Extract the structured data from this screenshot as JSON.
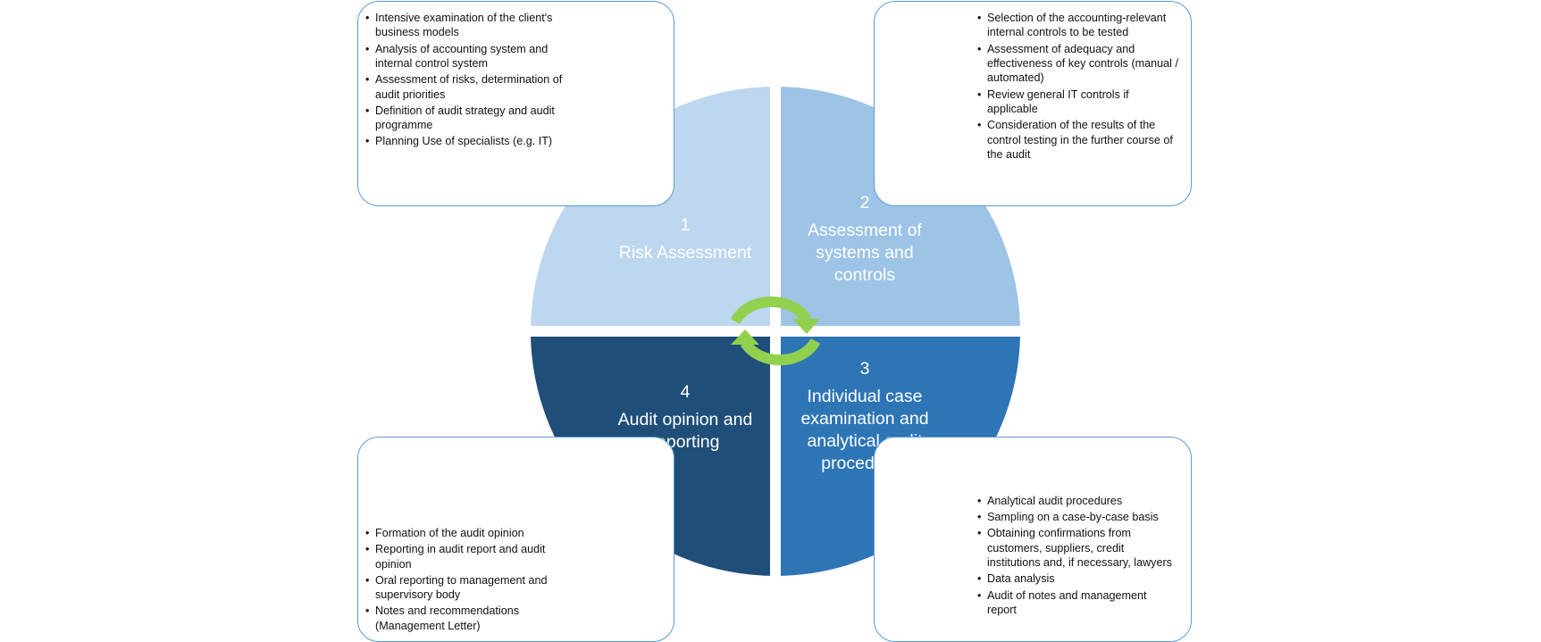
{
  "quadrants": [
    {
      "number": "1",
      "title": "Risk Assessment",
      "color": "#bdd7ee",
      "bullets": [
        "Intensive examination of the client's business models",
        "Analysis of accounting system and internal control system",
        "Assessment of risks, determination of audit priorities",
        "Definition of audit strategy and audit programme",
        "Planning Use of specialists (e.g. IT)"
      ]
    },
    {
      "number": "2",
      "title": "Assessment of systems and controls",
      "color": "#9dc3e6",
      "bullets": [
        "Selection of the accounting-relevant internal controls to be tested",
        "Assessment of adequacy and effectiveness of key controls (manual / automated)",
        "Review general IT controls if applicable",
        "Consideration of the results of the control testing in the further course of the audit"
      ]
    },
    {
      "number": "3",
      "title": "Individual case examination and analytical audit procedures",
      "color": "#2e75b6",
      "bullets": [
        "Analytical audit procedures",
        "Sampling on a case-by-case basis",
        "Obtaining confirmations from customers, suppliers, credit institutions and, if necessary, lawyers",
        "Data analysis",
        "Audit of notes and management report"
      ]
    },
    {
      "number": "4",
      "title": "Audit opinion and reporting",
      "color": "#1f4e79",
      "bullets": [
        "Formation of the audit opinion",
        "Reporting in audit report and audit opinion",
        "Oral reporting to management and supervisory body",
        "Notes and recommendations (Management Letter)"
      ]
    }
  ],
  "cycle_icon": {
    "name": "cycle-arrows-icon",
    "color": "#92d050"
  },
  "box_border_color": "#5b9bd5"
}
